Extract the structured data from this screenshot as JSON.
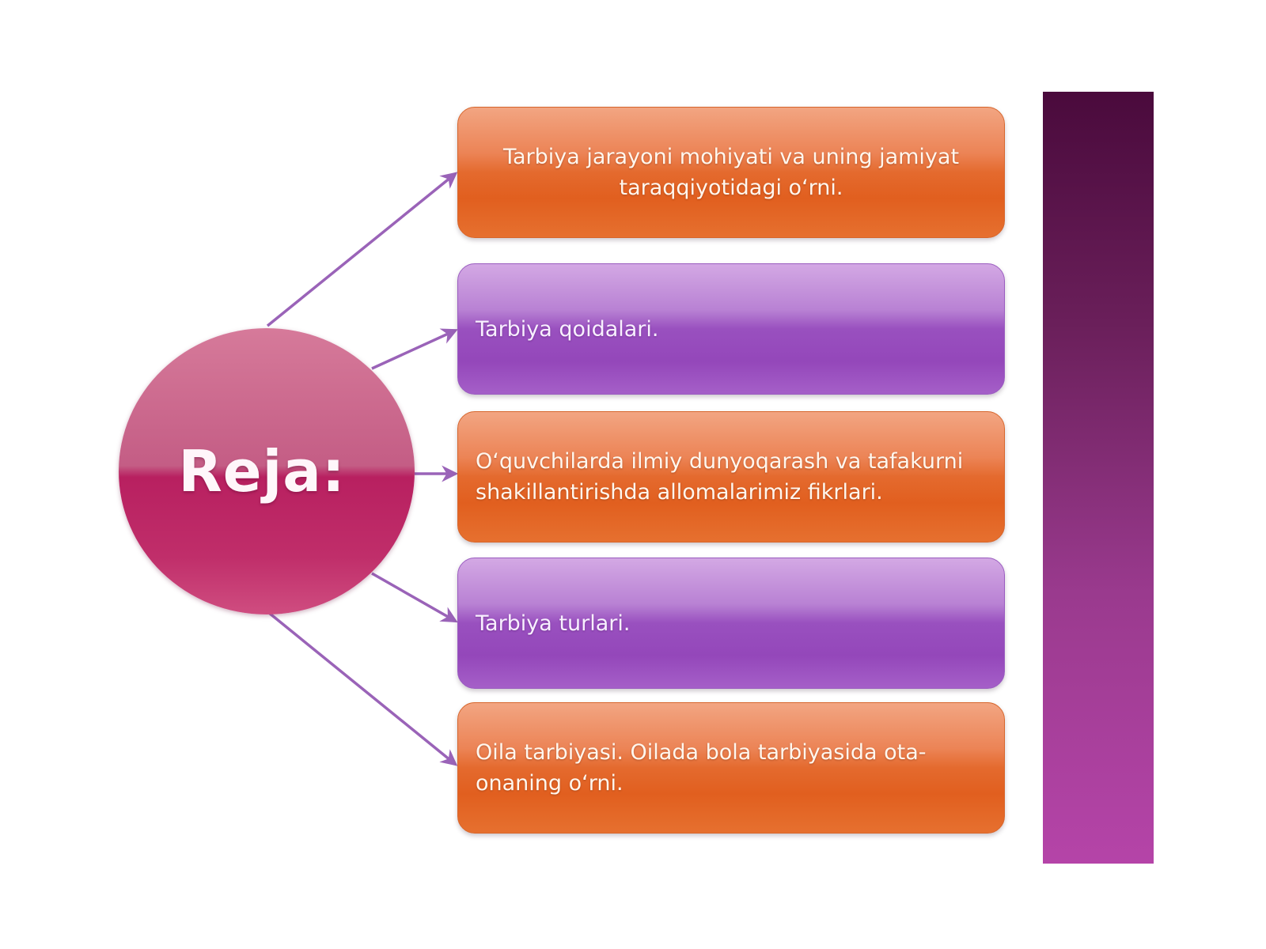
{
  "diagram": {
    "center_label": "Reja:",
    "items": [
      {
        "text": "Tarbiya jarayoni mohiyati va uning jamiyat taraqqiyotidagi o‘rni.",
        "color": "orange"
      },
      {
        "text": "Tarbiya  qoidalari.",
        "color": "purple"
      },
      {
        "text": "O‘quvchilarda ilmiy dunyoqarash va tafakurni shakillantirishda allomalarimiz fikrlari.",
        "color": "orange"
      },
      {
        "text": "Tarbiya turlari.",
        "color": "purple"
      },
      {
        "text": "Oila tarbiyasi. Oilada bola tarbiyasida ota-onaning o‘rni.",
        "color": "orange"
      }
    ]
  },
  "colors": {
    "orange": "#e4692c",
    "purple": "#9a52c0",
    "circle": "#b82060",
    "connector": "#9a63b8",
    "sidebar": "#7a2a6e"
  }
}
